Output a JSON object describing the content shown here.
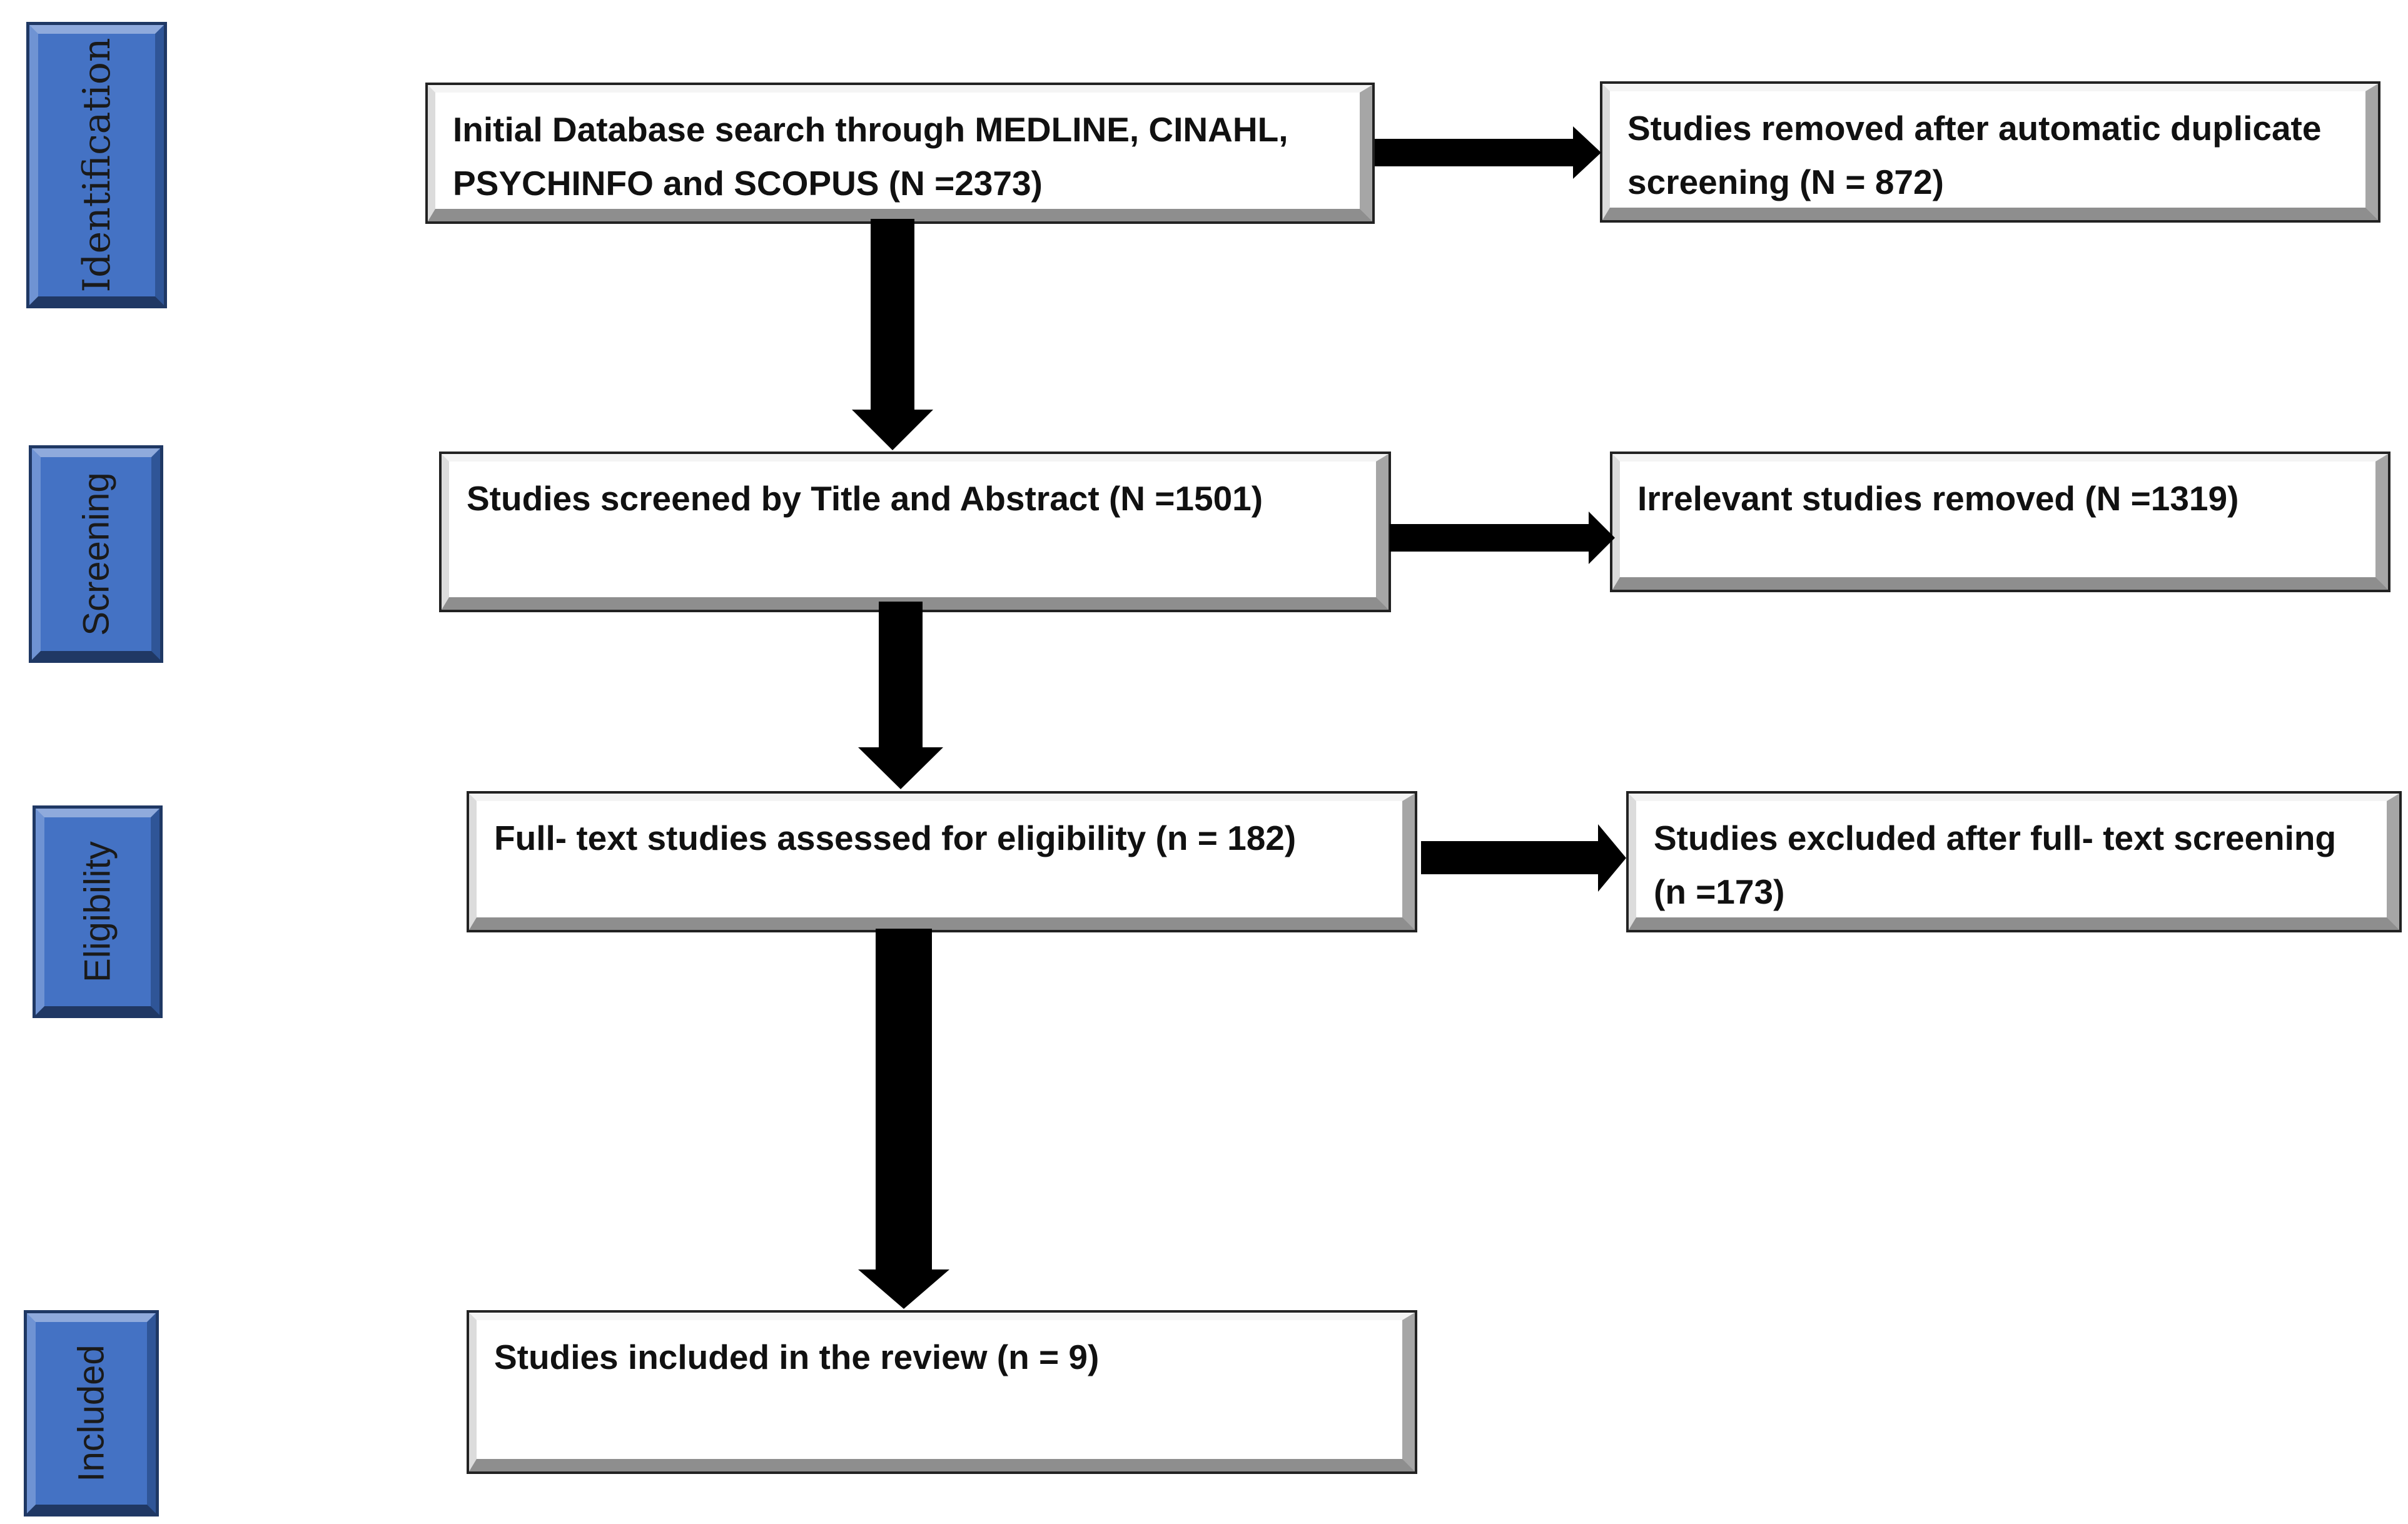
{
  "stages": {
    "identification": "Identification",
    "screening": "Screening",
    "eligibility": "Eligibility",
    "included": "Included"
  },
  "boxes": {
    "initial_search": "Initial Database search through MEDLINE, CINAHL, PSYCHINFO and SCOPUS (N =2373)",
    "duplicates_removed": "Studies removed after automatic duplicate screening (N = 872)",
    "title_abstract_screened": "Studies screened by Title and Abstract (N =1501)",
    "irrelevant_removed": "Irrelevant studies removed (N =1319)",
    "fulltext_assessed": "Full- text studies assessed for eligibility (n = 182)",
    "fulltext_excluded": "Studies excluded after full- text screening (n =173)",
    "included_in_review": "Studies included in the review (n = 9)"
  },
  "colors": {
    "stage_fill": "#4472c4",
    "stage_border": "#1f3864",
    "arrow": "#000000",
    "box_fill": "#ffffff",
    "box_bevel": "#a6a6a6"
  }
}
